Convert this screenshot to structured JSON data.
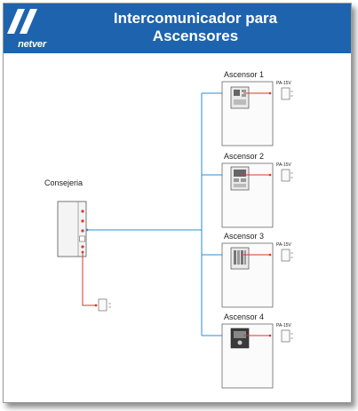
{
  "brand": {
    "logo_text": "netver"
  },
  "title": {
    "line1": "Intercomunicador para",
    "line2": "Ascensores"
  },
  "console": {
    "label": "Consejeria"
  },
  "elevators": [
    {
      "label": "Ascensor 1",
      "psu": "PA-15V"
    },
    {
      "label": "Ascensor 2",
      "psu": "PA-15V"
    },
    {
      "label": "Ascensor 3",
      "psu": "PA-15V"
    },
    {
      "label": "Ascensor 4",
      "psu": "PA-15V"
    }
  ],
  "colors": {
    "header": "#1e63ad",
    "data_line": "#2b8fd0",
    "power_line": "#d63a2a"
  }
}
